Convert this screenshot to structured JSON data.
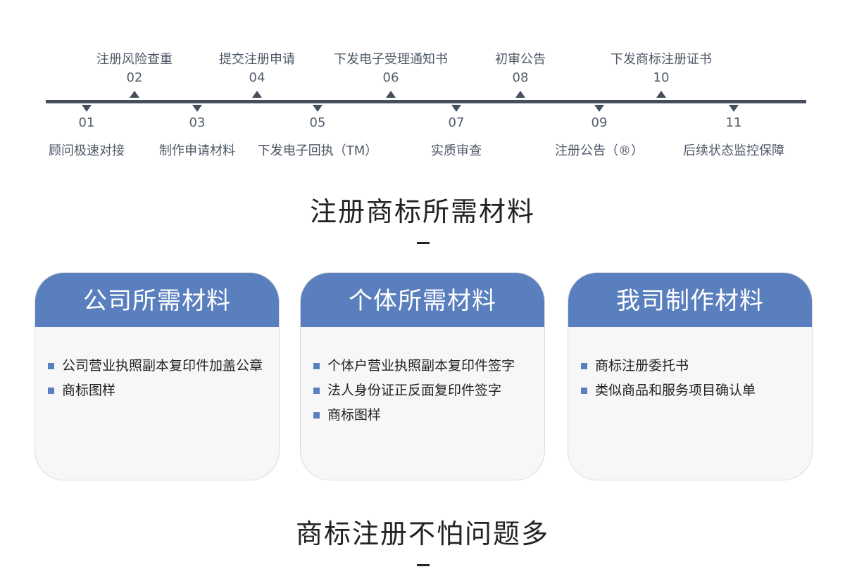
{
  "timeline": {
    "top_steps": [
      {
        "num": "02",
        "label": "注册风险查重"
      },
      {
        "num": "04",
        "label": "提交注册申请"
      },
      {
        "num": "06",
        "label": "下发电子受理通知书"
      },
      {
        "num": "08",
        "label": "初审公告"
      },
      {
        "num": "10",
        "label": "下发商标注册证书"
      }
    ],
    "bottom_steps": [
      {
        "num": "01",
        "label": "顾问极速对接"
      },
      {
        "num": "03",
        "label": "制作申请材料"
      },
      {
        "num": "05",
        "label": "下发电子回执（TM）"
      },
      {
        "num": "07",
        "label": "实质审查"
      },
      {
        "num": "09",
        "label": "注册公告（®）"
      },
      {
        "num": "11",
        "label": "后续状态监控保障"
      }
    ]
  },
  "section1": {
    "title": "注册商标所需材料"
  },
  "cards": [
    {
      "title": "公司所需材料",
      "items": [
        "公司营业执照副本复印件加盖公章",
        "商标图样"
      ]
    },
    {
      "title": "个体所需材料",
      "items": [
        "个体户营业执照副本复印件签字",
        "法人身份证正反面复印件签字",
        "商标图样"
      ]
    },
    {
      "title": "我司制作材料",
      "items": [
        "商标注册委托书",
        "类似商品和服务项目确认单"
      ]
    }
  ],
  "section2": {
    "title": "商标注册不怕问题多"
  },
  "colors": {
    "accent": "#5a7fbe",
    "timeline_line": "#444e5d",
    "card_bg": "#f7f7f8"
  }
}
